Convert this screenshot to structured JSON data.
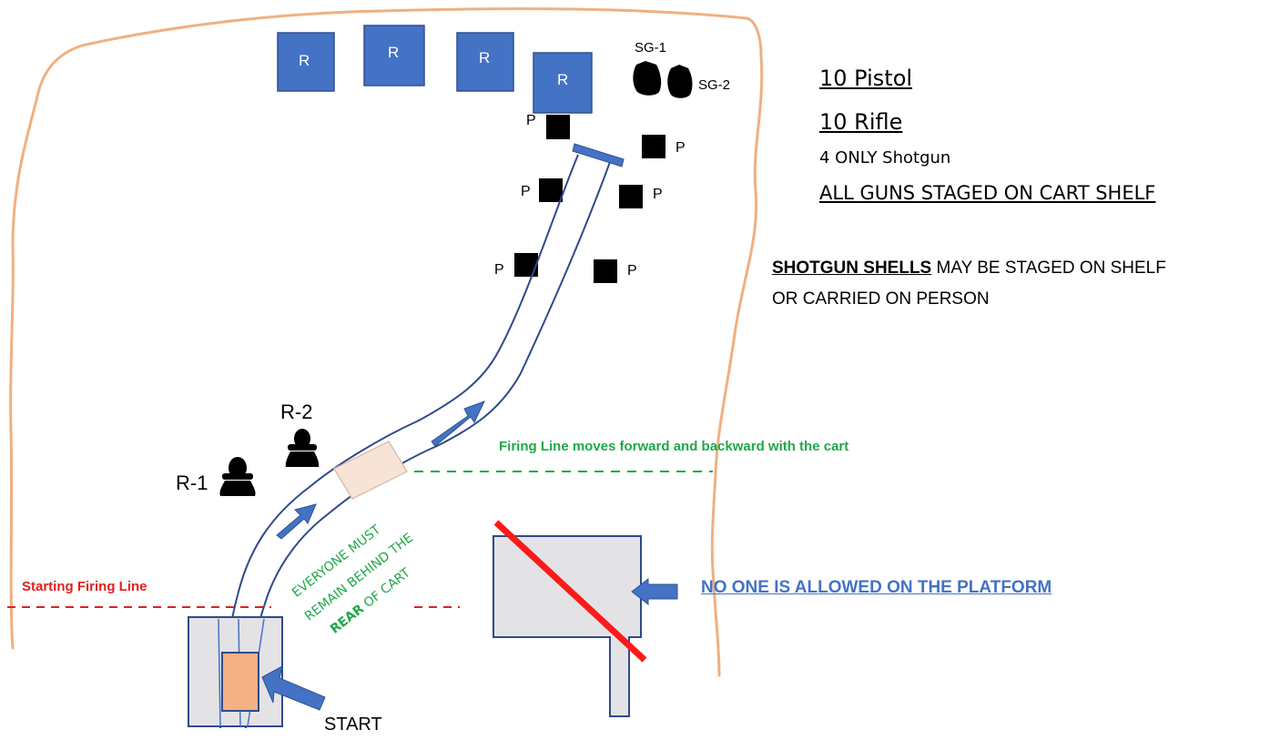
{
  "info": {
    "pistol": "10 Pistol",
    "rifle": "10 Rifle",
    "shotgun": "4 ONLY  Shotgun",
    "staged": "ALL GUNS STAGED ON CART SHELF",
    "shells_bold": "SHOTGUN SHELLS",
    "shells_rest": " MAY BE STAGED ON SHELF",
    "shells_line2": "OR CARRIED ON PERSON"
  },
  "firing_line_note": "Firing Line moves forward and backward with the cart",
  "starting_line_label": "Starting Firing Line",
  "platform_warning": "NO ONE IS ALLOWED ON THE PLATFORM",
  "start_label": "START",
  "behind_note": {
    "line1": "EVERYONE MUST",
    "line2": "REMAIN BEHIND THE",
    "line3_bold": "REAR",
    "line3_rest": "  OF CART"
  },
  "targets": {
    "rifle_label": "R",
    "pistol_label": "P",
    "r1": "R-1",
    "r2": "R-2",
    "sg1": "SG-1",
    "sg2": "SG-2"
  },
  "colors": {
    "boundary": "#f0b080",
    "rifle_box": "#4472c4",
    "track": "#2f4a8a",
    "arrow": "#4472c4",
    "firing_green": "#1fa84a",
    "starting_red": "#e02020",
    "platform_gray": "#e3e3e6",
    "cart_orange": "#f4b183",
    "cart_pale": "#f8e4d6"
  }
}
